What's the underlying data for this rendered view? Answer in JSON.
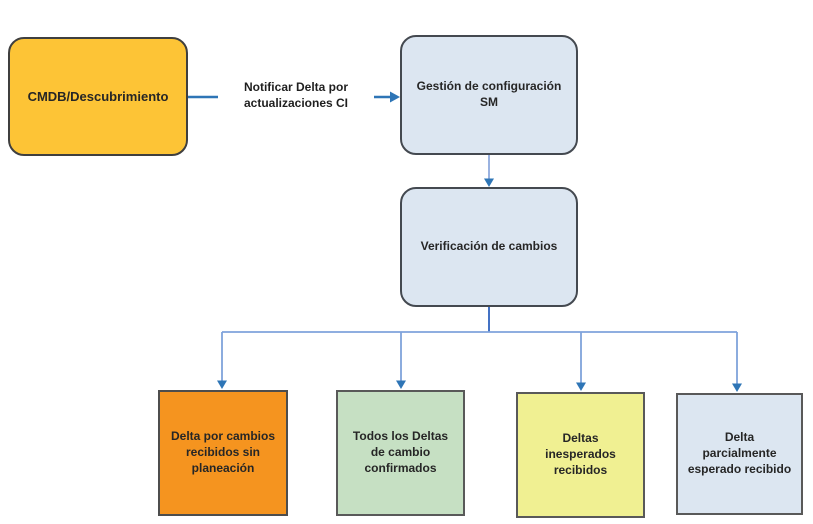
{
  "diagram": {
    "nodes": {
      "cmdb": {
        "label": "CMDB/Descubrimiento",
        "fill": "#FDC436",
        "border": "#3F3F3F"
      },
      "gestion_sm": {
        "label": "Gestión de configuración\nSM",
        "fill": "#DCE6F1",
        "border": "#444950"
      },
      "verificacion": {
        "label": "Verificación de cambios",
        "fill": "#DCE6F1",
        "border": "#444950"
      },
      "delta_sin_planeacion": {
        "label": "Delta por cambios\nrecibidos sin\nplaneación",
        "fill": "#F5941F",
        "border": "#4D4D4D"
      },
      "deltas_confirmados": {
        "label": "Todos los Deltas\nde cambio\nconfirmados",
        "fill": "#C6E0C3",
        "border": "#595959"
      },
      "deltas_inesperados": {
        "label": "Deltas\ninesperados\nrecibidos",
        "fill": "#F0F092",
        "border": "#595959"
      },
      "delta_parcial": {
        "label": "Delta\nparcialmente\nesperado recibido",
        "fill": "#DCE6F1",
        "border": "#595959"
      }
    },
    "edges": {
      "notificar_label": "Notificar Delta por\nactualizaciones CI"
    },
    "colors": {
      "arrow_dark": "#2E75B6",
      "connector_light": "#7FA3DB",
      "connector_mid": "#8FAADC",
      "stem": "#4472C4",
      "text": "#262626",
      "background": "#FFFFFF"
    }
  }
}
